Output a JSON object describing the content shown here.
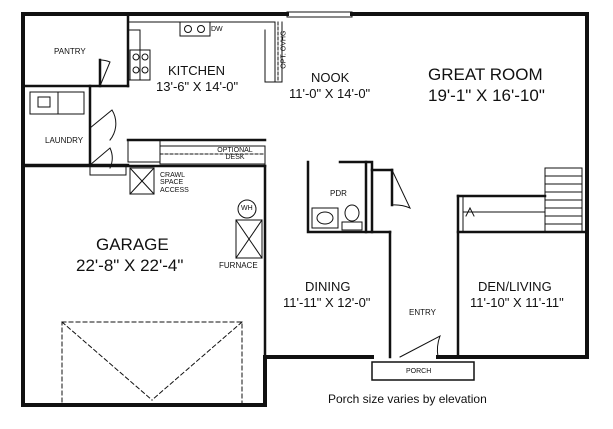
{
  "rooms": {
    "pantry": {
      "name": "PANTRY"
    },
    "kitchen": {
      "name": "KITCHEN",
      "size": "13'-6\" X 14'-0\""
    },
    "opt_ovhg": {
      "name": "OPT. OVHG"
    },
    "nook": {
      "name": "NOOK",
      "size": "11'-0\" X 14'-0\""
    },
    "great_room": {
      "name": "GREAT ROOM",
      "size": "19'-1\" X 16'-10\""
    },
    "laundry": {
      "name": "LAUNDRY"
    },
    "optional_desk": {
      "name": "OPTIONAL DESK"
    },
    "crawl_space": {
      "name": "CRAWL SPACE ACCESS"
    },
    "pdr": {
      "name": "PDR"
    },
    "wh": {
      "name": "WH"
    },
    "furnace": {
      "name": "FURNACE"
    },
    "garage": {
      "name": "GARAGE",
      "size": "22'-8\" X 22'-4\""
    },
    "dining": {
      "name": "DINING",
      "size": "11'-11\" X 12'-0\""
    },
    "entry": {
      "name": "ENTRY"
    },
    "den_living": {
      "name": "DEN/LIVING",
      "size": "11'-10\" X 11'-11\""
    },
    "porch": {
      "name": "PORCH"
    }
  },
  "fixtures": {
    "dw": "DW"
  },
  "caption": "Porch size varies by elevation"
}
